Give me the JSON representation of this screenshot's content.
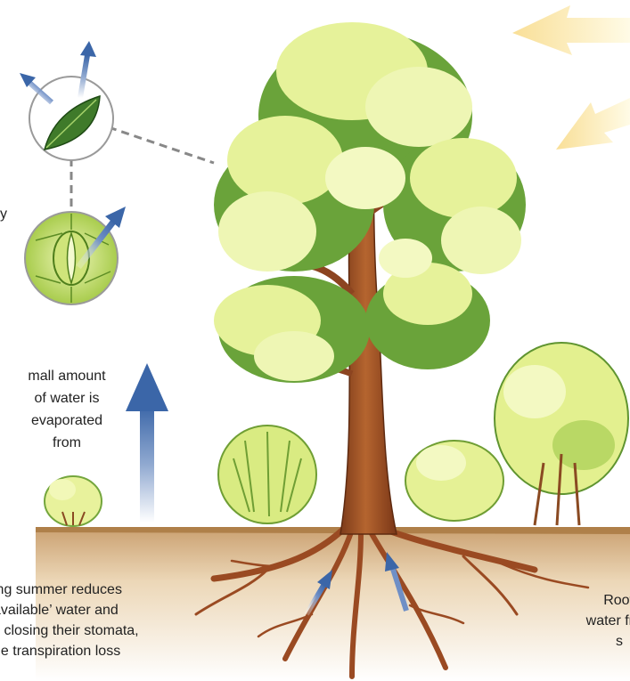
{
  "labels": {
    "edge_fragment": "y",
    "evaporation": [
      "mall amount",
      "of water is",
      "evaporated",
      "from"
    ],
    "dry_summer": [
      "ing  summer  reduces",
      "available’  water  and",
      "s closing their stomata,",
      "he transpiration  loss"
    ],
    "roots": [
      "Root",
      "water fr",
      "s"
    ]
  },
  "colors": {
    "arrow_blue": "#3f6fb0",
    "sun_arrow": "#fbe6a6",
    "foliage": "#e3f08f",
    "foliage_shadow": "#6aa33a",
    "trunk": "#a4522a",
    "soil": "#c79a6a"
  }
}
